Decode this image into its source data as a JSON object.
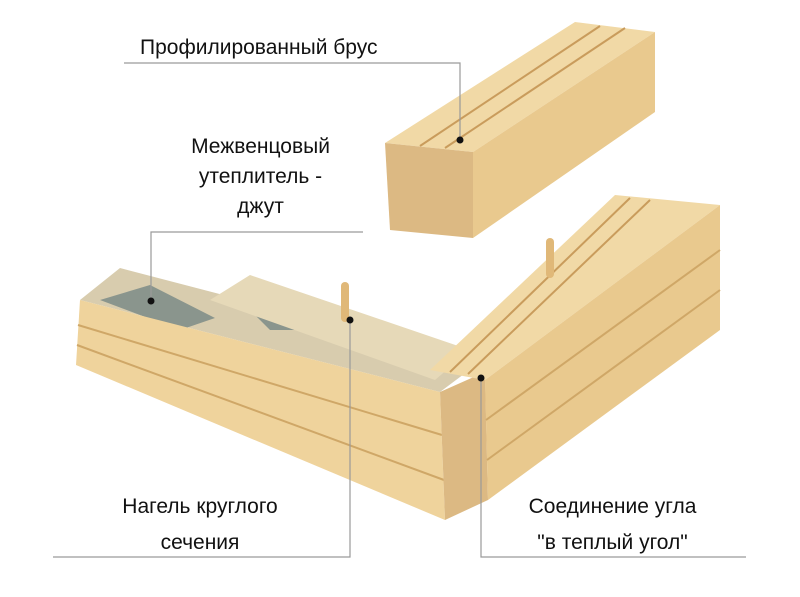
{
  "labels": {
    "profiled_beam": "Профилированный брус",
    "jute_line1": "Межвенцовый",
    "jute_line2": "утеплитель -",
    "jute_line3": "джут",
    "dowel_line1": "Нагель круглого",
    "dowel_line2": "сечения",
    "corner_line1": "Соединение угла",
    "corner_line2": "\"в теплый угол\""
  },
  "colors": {
    "wood_light": "#f3dcaa",
    "wood_mid": "#e8c88a",
    "wood_dark": "#d7ad6c",
    "end_grain": "#dcb983",
    "jute": "#d8ccae",
    "jute_gray": "#8a958d",
    "leader_line": "#9a9a9a"
  }
}
